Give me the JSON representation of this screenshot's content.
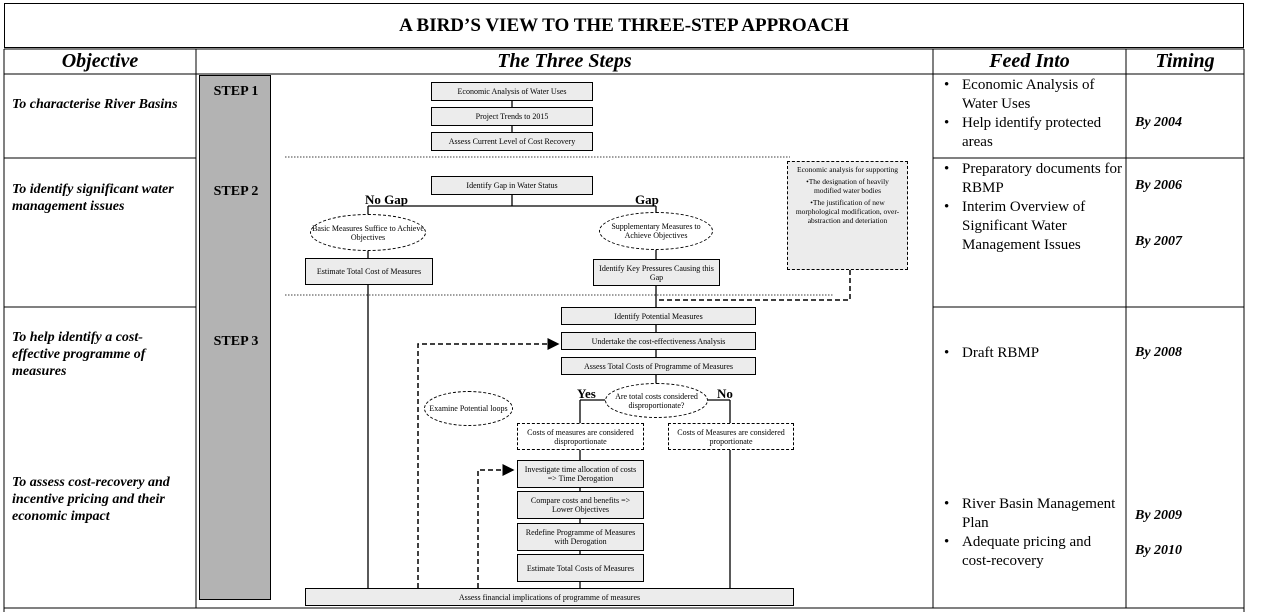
{
  "title": "A BIRD’S VIEW TO THE THREE-STEP APPROACH",
  "headers": {
    "objective": "Objective",
    "steps": "The Three Steps",
    "feed": "Feed Into",
    "timing": "Timing"
  },
  "objectives": [
    "To characterise River Basins",
    "To identify significant water management issues",
    "To help identify a cost-effective programme of measures",
    "To assess cost-recovery and incentive pricing and their economic impact"
  ],
  "steps": [
    "STEP 1",
    "STEP 2",
    "STEP 3"
  ],
  "flow": {
    "econ_analysis": "Economic Analysis of Water Uses",
    "project_trends": "Project Trends to 2015",
    "assess_cost_recovery": "Assess  Current Level of Cost Recovery",
    "identify_gap": "Identify Gap in Water Status",
    "no_gap": "No Gap",
    "gap": "Gap",
    "basic_measures": "Basic Measures Suffice to Achieve Objectives",
    "supplementary": "Supplementary Measures to Achieve Objectives",
    "estimate_total": "Estimate Total Cost of Measures",
    "key_pressures": "Identify Key Pressures Causing this Gap",
    "econ_support_title": "Economic analysis for supporting",
    "econ_support_1": "•The designation of heavily modified water bodies",
    "econ_support_2": "•The justification of new morphological modification, over-abstraction and deteriation",
    "identify_potential": "Identify Potential  Measures",
    "cost_effectiveness": "Undertake the cost-effectiveness Analysis",
    "assess_total_programme": "Assess Total Costs of Programme of Measures",
    "yes": "Yes",
    "no": "No",
    "disproportionate_q": "Are total costs considered disproportionate?",
    "examine_loops": "Examine Potential loops",
    "costs_disproportionate": "Costs of measures are considered disproportionate",
    "costs_proportionate": "Costs of Measures are considered proportionate",
    "time_allocation": "Investigate time allocation of costs => Time Derogation",
    "compare_costs": "Compare costs and benefits => Lower Objectives",
    "redefine": "Redefine Programme of Measures with Derogation",
    "estimate_total_2": "Estimate Total Costs of Measures",
    "financial_implications": "Assess financial implications of programme of measures"
  },
  "feed_into": [
    [
      "Economic Analysis of Water Uses",
      "Help identify protected areas"
    ],
    [
      "Preparatory documents for RBMP",
      "Interim Overview of Significant Water Management Issues"
    ],
    [
      "Draft RBMP"
    ],
    [
      "River Basin Management Plan",
      "Adequate pricing and cost-recovery"
    ]
  ],
  "timing": [
    "By 2004",
    "By 2006",
    "By 2007",
    "By 2008",
    "By 2009",
    "By 2010"
  ]
}
